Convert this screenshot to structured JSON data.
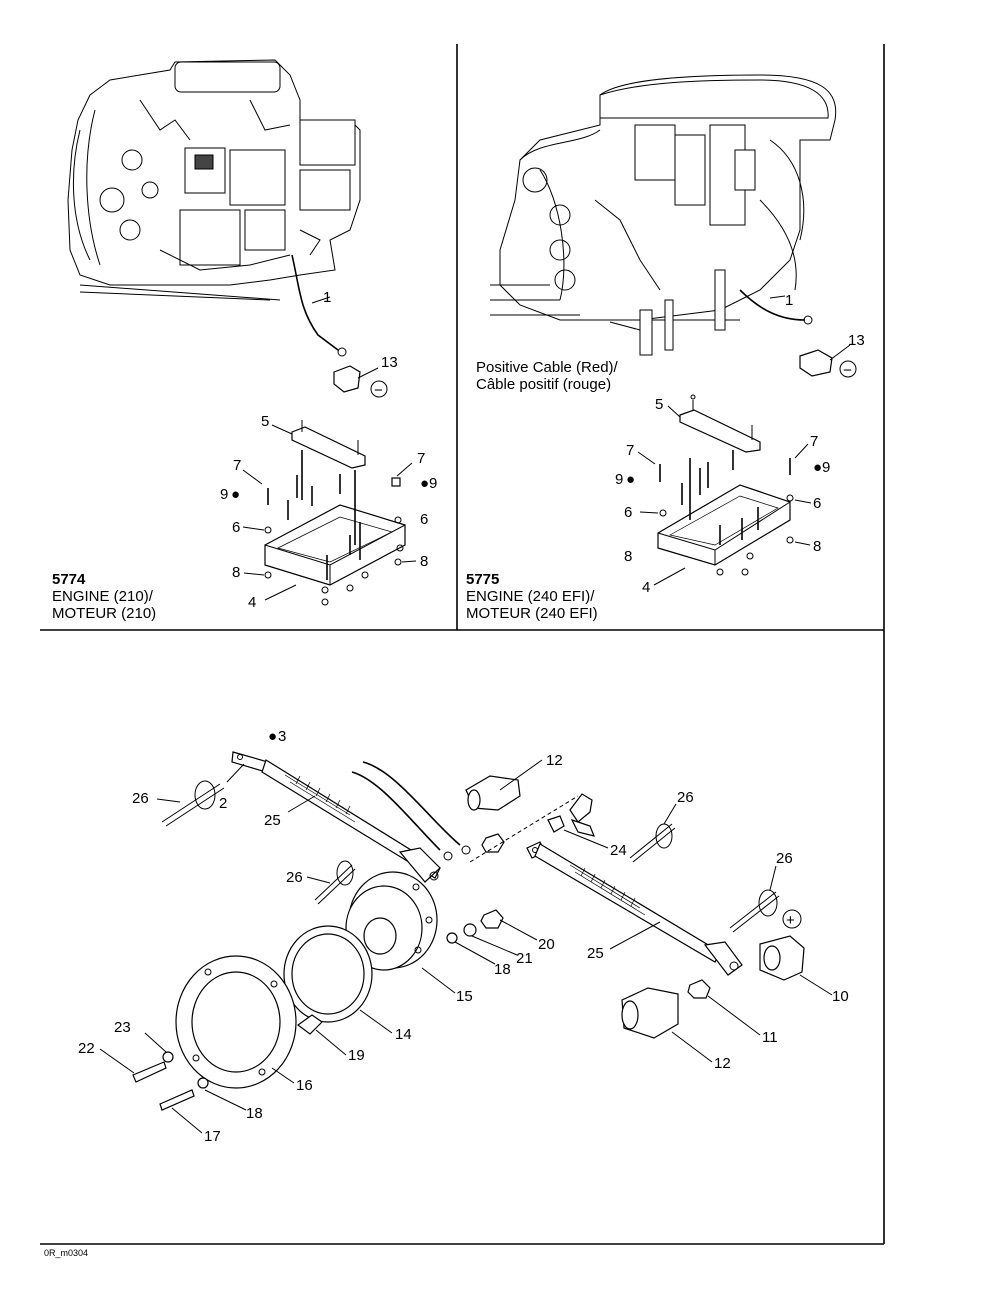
{
  "panels": {
    "left": {
      "model": "5774",
      "engine_en": "ENGINE (210)/",
      "engine_fr": "MOTEUR (210)",
      "callouts": [
        "1",
        "13",
        "5",
        "7",
        "9",
        "6",
        "7",
        "9",
        "6",
        "8",
        "8",
        "4"
      ]
    },
    "right": {
      "model": "5775",
      "engine_en": "ENGINE (240 EFI)/",
      "engine_fr": "MOTEUR (240 EFI)",
      "cable_en": "Positive Cable (Red)/",
      "cable_fr": "Câble positif (rouge)",
      "callouts": [
        "1",
        "13",
        "5",
        "7",
        "7",
        "9",
        "9",
        "6",
        "6",
        "8",
        "8",
        "4"
      ]
    },
    "bottom": {
      "callouts": [
        "3",
        "12",
        "26",
        "2",
        "25",
        "26",
        "24",
        "26",
        "26",
        "20",
        "21",
        "18",
        "25",
        "10",
        "15",
        "14",
        "11",
        "23",
        "22",
        "19",
        "12",
        "16",
        "18",
        "17"
      ]
    }
  },
  "symbols": {
    "negative": "−",
    "positive": "+"
  },
  "footer_code": "0R_m0304"
}
